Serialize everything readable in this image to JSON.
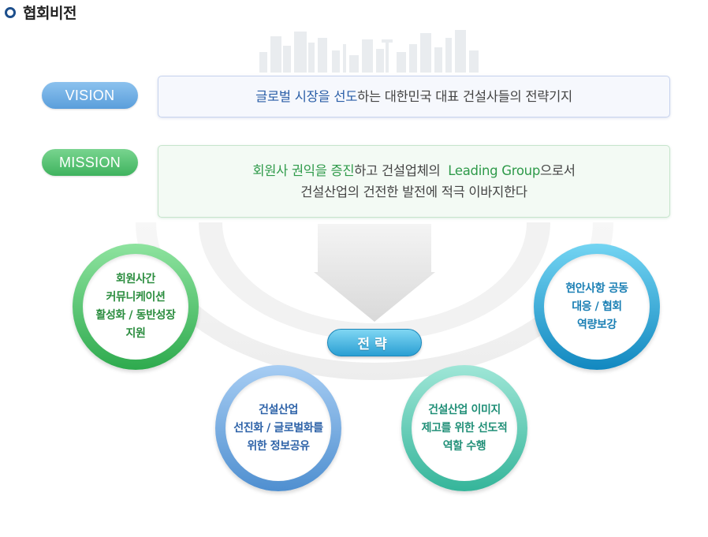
{
  "header": {
    "title": "협회비전"
  },
  "vision": {
    "pill_label": "VISION",
    "highlight": "글로벌 시장을 선도",
    "rest": "하는 대한민국 대표 건설사들의 전략기지"
  },
  "mission": {
    "pill_label": "MISSION",
    "line1_highlight": "회원사 권익을 증진",
    "line1_mid": "하고 건설업체의",
    "line1_highlight2": "Leading Group",
    "line1_end": "으로서",
    "line2": "건설산업의 건전한 발전에 적극 이바지한다"
  },
  "strategy": {
    "label": "전략",
    "items": [
      {
        "lines": [
          "회원사간",
          "커뮤니케이션",
          "활성화 / 동반성장",
          "지원"
        ]
      },
      {
        "lines": [
          "현안사항 공동",
          "대응 / 협회",
          "역량보강"
        ]
      },
      {
        "lines": [
          "건설산업",
          "선진화 / 글로벌화를",
          "위한 정보공유"
        ]
      },
      {
        "lines": [
          "건설산업 이미지",
          "제고를 위한 선도적",
          "역할 수행"
        ]
      }
    ]
  },
  "colors": {
    "vision_accent": "#2a5ea7",
    "mission_accent": "#2f9a4a",
    "strategy_accent": "#2a9fd3"
  }
}
